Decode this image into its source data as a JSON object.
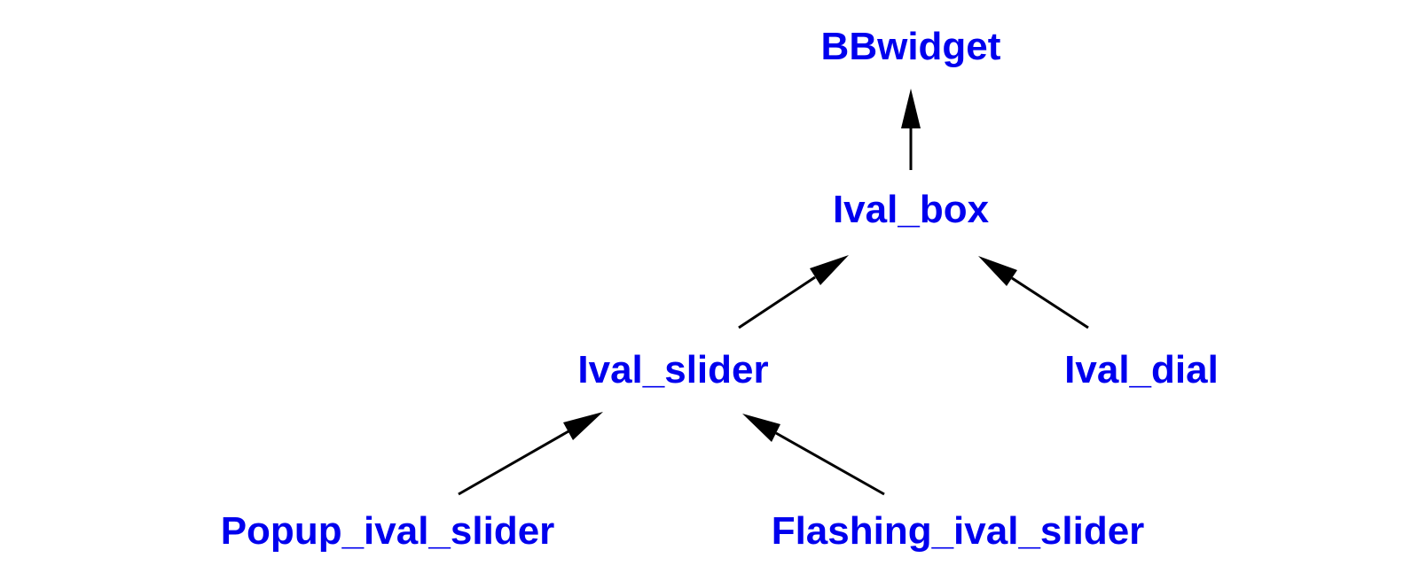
{
  "diagram": {
    "text_color": "#0000ee",
    "edge_color": "#000000",
    "nodes": {
      "bbwidget": "BBwidget",
      "ival_box": "Ival_box",
      "ival_slider": "Ival_slider",
      "ival_dial": "Ival_dial",
      "popup_ival_slider": "Popup_ival_slider",
      "flashing_ival_slider": "Flashing_ival_slider"
    },
    "edges": [
      {
        "from": "ival_box",
        "to": "bbwidget"
      },
      {
        "from": "ival_slider",
        "to": "ival_box"
      },
      {
        "from": "ival_dial",
        "to": "ival_box"
      },
      {
        "from": "popup_ival_slider",
        "to": "ival_slider"
      },
      {
        "from": "flashing_ival_slider",
        "to": "ival_slider"
      }
    ]
  }
}
